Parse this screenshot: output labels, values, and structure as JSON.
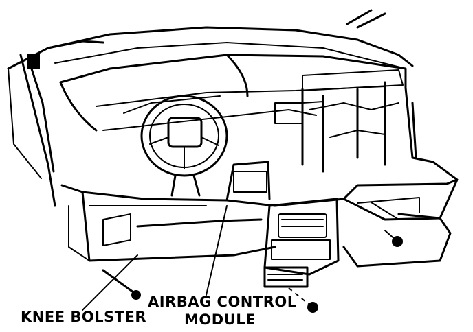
{
  "labels": {
    "knee_bolster": "KNEE BOLSTER",
    "airbag_line1": "AIRBAG CONTROL",
    "airbag_line2": "MODULE"
  },
  "style": {
    "ink": "#000000",
    "background": "#ffffff"
  }
}
